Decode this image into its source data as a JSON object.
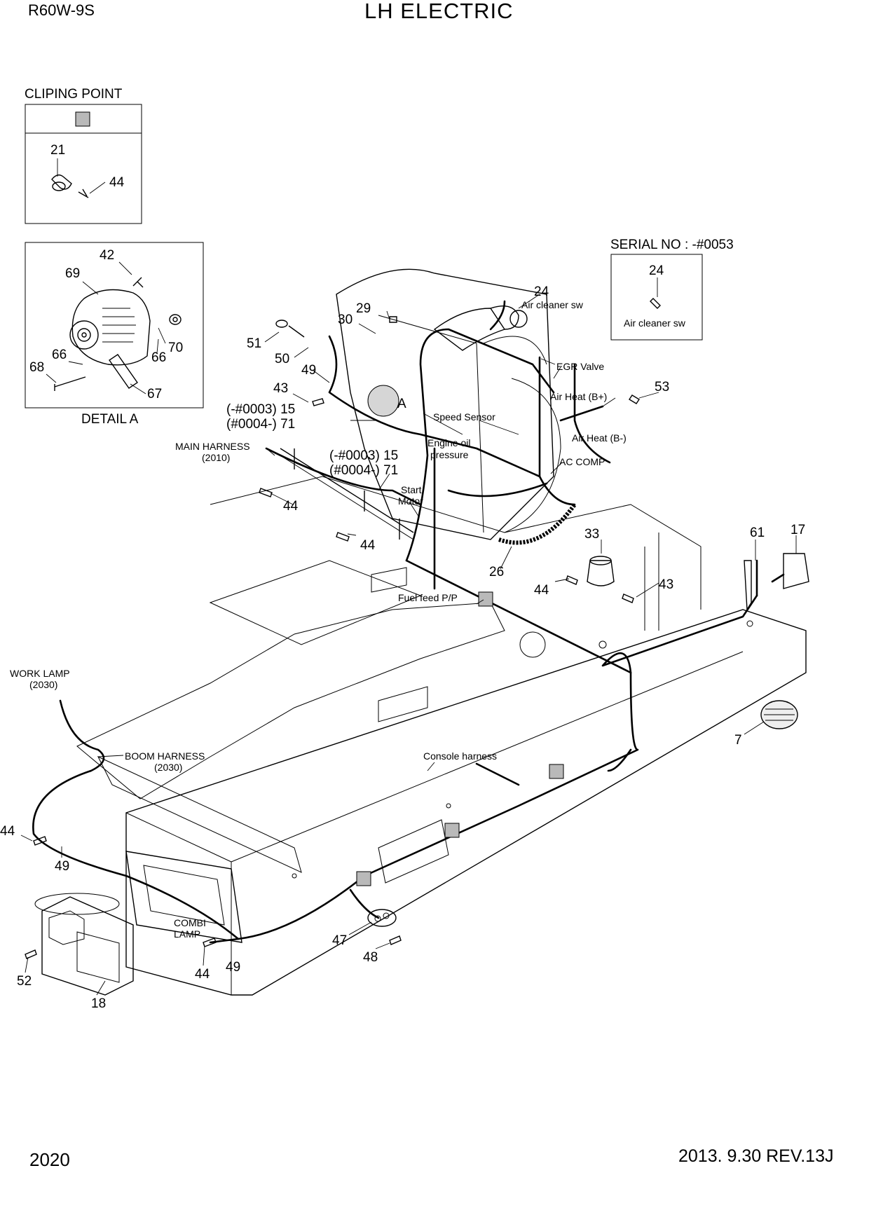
{
  "header": {
    "model": "R60W-9S",
    "title": "LH ELECTRIC"
  },
  "footer": {
    "page_number": "2020",
    "revision": "2013. 9.30  REV.13J"
  },
  "clip_box": {
    "title": "CLIPING POINT",
    "callouts": [
      "21",
      "44"
    ]
  },
  "detail_a": {
    "caption": "DETAIL A",
    "callouts": [
      "42",
      "69",
      "66",
      "70",
      "66",
      "68",
      "67"
    ]
  },
  "serial_box": {
    "title": "SERIAL NO : -#0053",
    "callout": "24",
    "label": "Air cleaner sw"
  },
  "labels": {
    "air_cleaner_sw": "Air cleaner sw",
    "egr_valve": "EGR Valve",
    "air_heat_bplus": "Air Heat (B+)",
    "air_heat_bminus": "Air Heat (B-)",
    "speed_sensor": "Speed Sensor",
    "engine_oil_1": "Engine oil",
    "engine_oil_2": "pressure",
    "ac_comp": "AC COMP",
    "main_harness": "MAIN HARNESS",
    "main_harness_code": "(2010)",
    "start_motor_1": "Start",
    "start_motor_2": "Motor",
    "fuel_feed": "Fuel feed P/P",
    "work_lamp": "WORK LAMP",
    "work_lamp_code": "(2030)",
    "boom_harness": "BOOM HARNESS",
    "boom_harness_code": "(2030)",
    "console_harness": "Console harness",
    "combi_1": "COMBI",
    "combi_2": "LAMP",
    "detail_ref": "A",
    "serial_a_1": "(-#0003) 15",
    "serial_a_2": "(#0004-) 71",
    "serial_b_1": "(-#0003) 15",
    "serial_b_2": "(#0004-) 71"
  },
  "callouts": {
    "c24": "24",
    "c29": "29",
    "c30": "30",
    "c51": "51",
    "c50": "50",
    "c49a": "49",
    "c43a": "43",
    "c53": "53",
    "c44a": "44",
    "c44b": "44",
    "c33": "33",
    "c26": "26",
    "c44c": "44",
    "c43b": "43",
    "c61": "61",
    "c17": "17",
    "c7": "7",
    "c44d": "44",
    "c49b": "49",
    "c47": "47",
    "c48": "48",
    "c52": "52",
    "c18": "18",
    "c44e": "44",
    "c49c": "49"
  }
}
